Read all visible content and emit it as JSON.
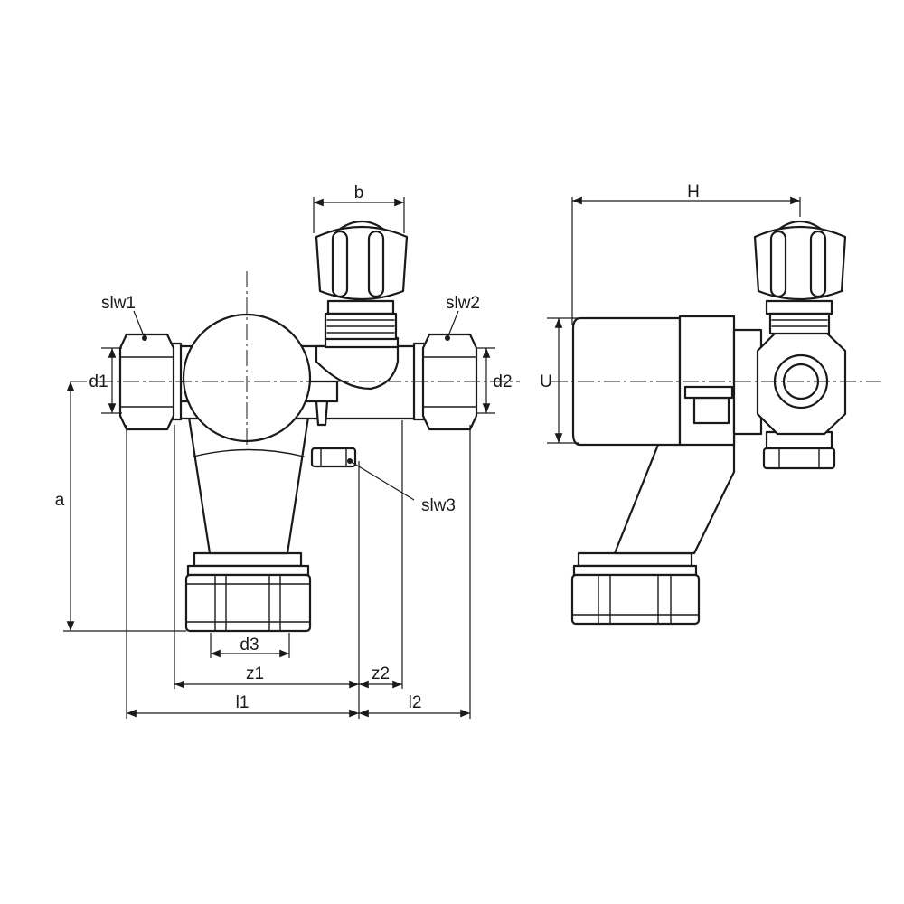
{
  "labels": {
    "b": "b",
    "h": "H",
    "slw1": "slw1",
    "slw2": "slw2",
    "slw3": "slw3",
    "d1": "d1",
    "d2": "d2",
    "u": "U",
    "a": "a",
    "d3": "d3",
    "z1": "z1",
    "z2": "z2",
    "l1": "l1",
    "l2": "l2"
  },
  "colors": {
    "line": "#1a1a1a",
    "background": "#ffffff"
  }
}
